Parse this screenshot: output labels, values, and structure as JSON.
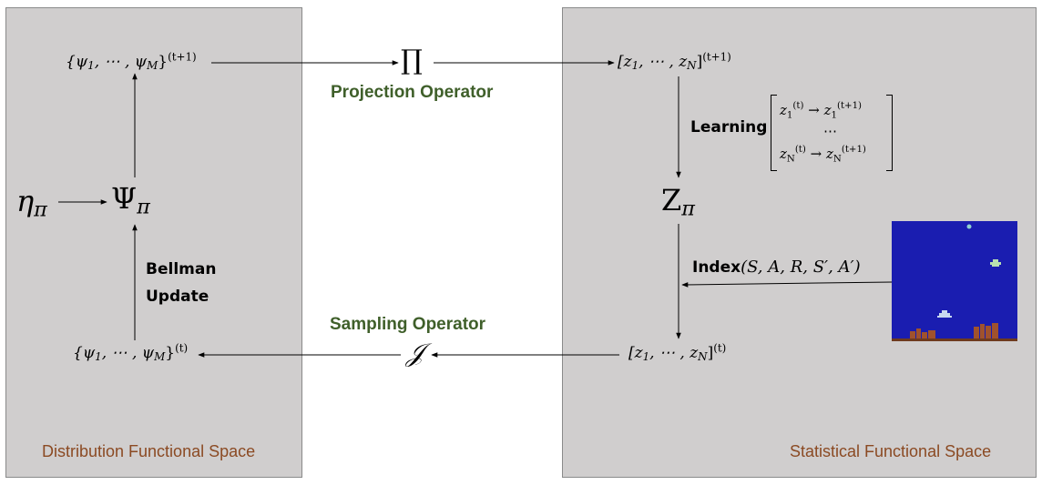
{
  "left_panel": {
    "space_label": "Distribution Functional Space",
    "psi_top": {
      "symbols": "{ψ",
      "sub1": "1",
      "mid": ", ⋯ , ψ",
      "subM": "M",
      "close": "}",
      "sup": "(t+1)"
    },
    "psi_bottom": {
      "symbols": "{ψ",
      "sub1": "1",
      "mid": ", ⋯ , ψ",
      "subM": "M",
      "close": "}",
      "sup": "(t)"
    },
    "eta": "η",
    "eta_sub": "π",
    "Psi": "Ψ",
    "Psi_sub": "π",
    "bellman_line1": "Bellman",
    "bellman_line2": "Update"
  },
  "middle": {
    "projection_symbol": "∏",
    "projection_label": "Projection Operator",
    "sampling_symbol": "𝒥",
    "sampling_label": "Sampling Operator"
  },
  "right_panel": {
    "space_label": "Statistical Functional Space",
    "z_top": {
      "open": "[z",
      "sub1": "1",
      "mid": ", ⋯ , z",
      "subN": "N",
      "close": "]",
      "sup": "(t+1)"
    },
    "z_bottom": {
      "open": "[z",
      "sub1": "1",
      "mid": ", ⋯ , z",
      "subN": "N",
      "close": "]",
      "sup": "(t)"
    },
    "Z": "Z",
    "Z_sub": "π",
    "learning_label": "Learning",
    "matrix": {
      "row1": {
        "z": "z",
        "sub": "1",
        "sup_t": "(t)",
        "arrow": "→",
        "sup_t1": "(t+1)"
      },
      "dots": "⋯",
      "row2": {
        "z": "z",
        "sub": "N",
        "sup_t": "(t)",
        "arrow": "→",
        "sup_t1": "(t+1)"
      }
    },
    "index_label": "Index",
    "index_args": "(S, A, R, S′, A′)"
  },
  "colors": {
    "panel": "#d0cece",
    "operator_label": "#3f5f2a",
    "space_label": "#8b4a23",
    "game_background": "#1a1db0"
  }
}
